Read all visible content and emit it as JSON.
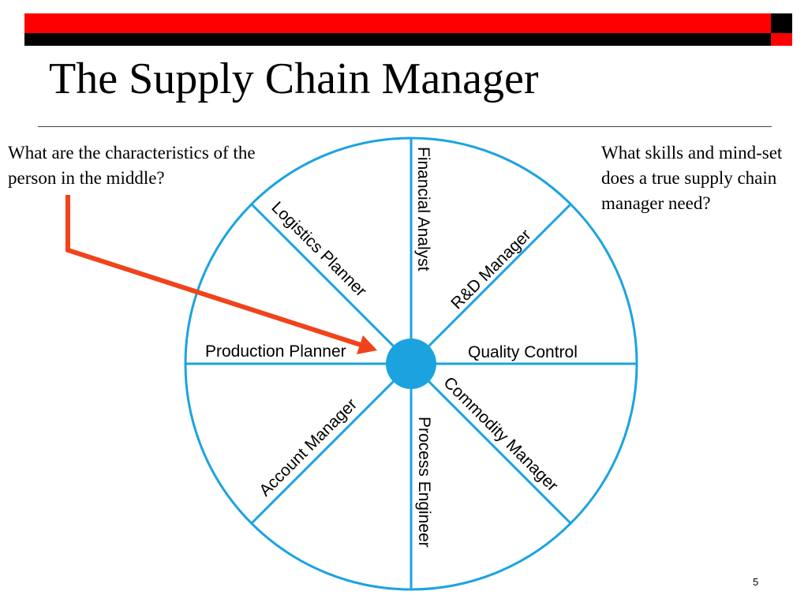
{
  "slide": {
    "title": "The Supply Chain Manager",
    "page_number": "5"
  },
  "notes": {
    "left": "What are the characteristics of the person in the middle?",
    "right": "What skills and mind-set does a true supply chain manager need?"
  },
  "diagram": {
    "ring_color": "#1ba3e0",
    "arrow_color": "#f0431b",
    "center_hub_color": "#1ba3e0",
    "roles": [
      "Financial Analyst",
      "R&D Manager",
      "Quality Control",
      "Commodity Manager",
      "Process Engineer",
      "Account Manager",
      "Production Planner",
      "Logistics Planner"
    ]
  },
  "theme": {
    "header_red": "#ff0000",
    "header_black": "#000000"
  }
}
